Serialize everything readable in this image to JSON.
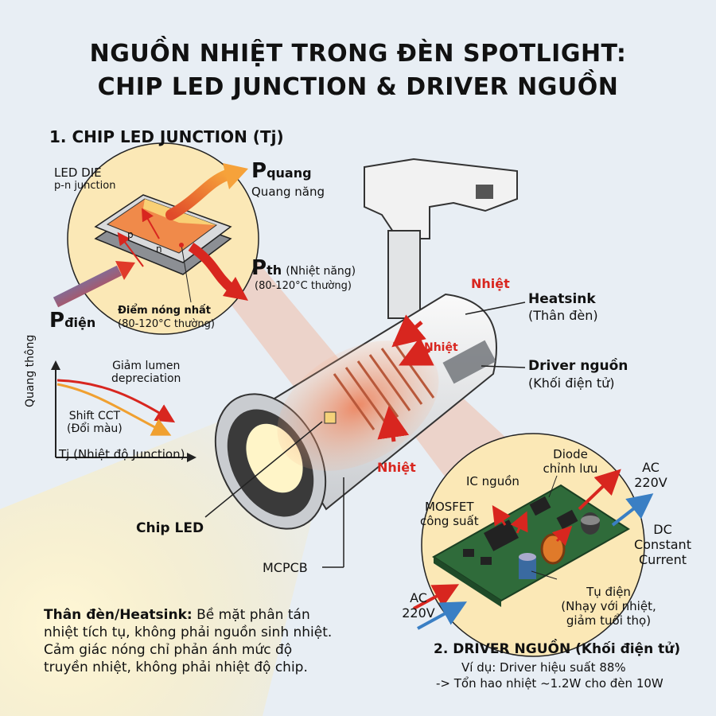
{
  "title": {
    "line1": "NGUỒN NHIỆT TRONG ĐÈN SPOTLIGHT:",
    "line2": "CHIP LED JUNCTION & DRIVER NGUỒN"
  },
  "section1": {
    "heading": "1. CHIP LED JUNCTION (Tj)",
    "led_die": "LED DIE",
    "pn_junction": "p-n junction",
    "p_label": "p",
    "n_label": "n",
    "p_quang_main": "P",
    "p_quang_sub": "quang",
    "p_quang_desc": "Quang năng",
    "p_th_main": "P",
    "p_th_sub": "th",
    "p_th_desc": "(Nhiệt năng)",
    "p_th_range": "(80-120°C thường)",
    "p_dien_main": "P",
    "p_dien_sub": "điện",
    "hotspot": "Điểm nóng nhất",
    "hotspot_range": "(80-120°C thường)"
  },
  "graph": {
    "ylabel": "Quang thông",
    "xlabel": "Tj (Nhiệt độ Junction)",
    "lumen_line1": "Giảm lumen",
    "lumen_line2": "depreciation",
    "cct_line1": "Shift CCT",
    "cct_line2": "(Đổi màu)"
  },
  "lamp": {
    "nhiet_top": "Nhiệt",
    "nhiet_mid": "Nhiệt",
    "nhiet_bottom": "Nhiệt",
    "heatsink": "Heatsink",
    "heatsink_desc": "(Thân đèn)",
    "driver": "Driver nguồn",
    "driver_desc": "(Khối điện tử)",
    "chip_led": "Chip LED",
    "mcpcb": "MCPCB"
  },
  "driver_board": {
    "diode_line1": "Diode",
    "diode_line2": "chỉnh lưu",
    "ic": "IC nguồn",
    "mosfet_line1": "MOSFET",
    "mosfet_line2": "công suất",
    "ac_out_line1": "AC",
    "ac_out_line2": "220V",
    "dc_line1": "DC",
    "dc_line2": "Constant",
    "dc_line3": "Current",
    "capacitor_line1": "Tụ điện",
    "capacitor_line2": "(Nhạy với nhiệt,",
    "capacitor_line3": "giảm tuổi thọ)",
    "ac_in_line1": "AC",
    "ac_in_line2": "220V"
  },
  "body_note": {
    "bold": "Thân đèn/Heatsink:",
    "line1": "Bề mặt phân tán",
    "line2": "nhiệt tích tụ, không phải nguồn sinh nhiệt.",
    "line3": "Cảm giác nóng chỉ phản ánh mức độ",
    "line4": "truyền nhiệt, không phải nhiệt độ chip."
  },
  "section2": {
    "heading": "2. DRIVER NGUỒN (Khối điện tử)",
    "example": "Ví dụ: Driver hiệu suất 88%",
    "loss": "-> Tổn hao nhiệt ~1.2W cho đèn 10W"
  },
  "colors": {
    "heat_red": "#d8261f",
    "light_yellow": "#fbe7a6",
    "pcb_green": "#2f6b3a",
    "lumen_curve": "#d8261f",
    "cct_curve": "#f0a030",
    "cool_blue": "#3a7fc4"
  }
}
